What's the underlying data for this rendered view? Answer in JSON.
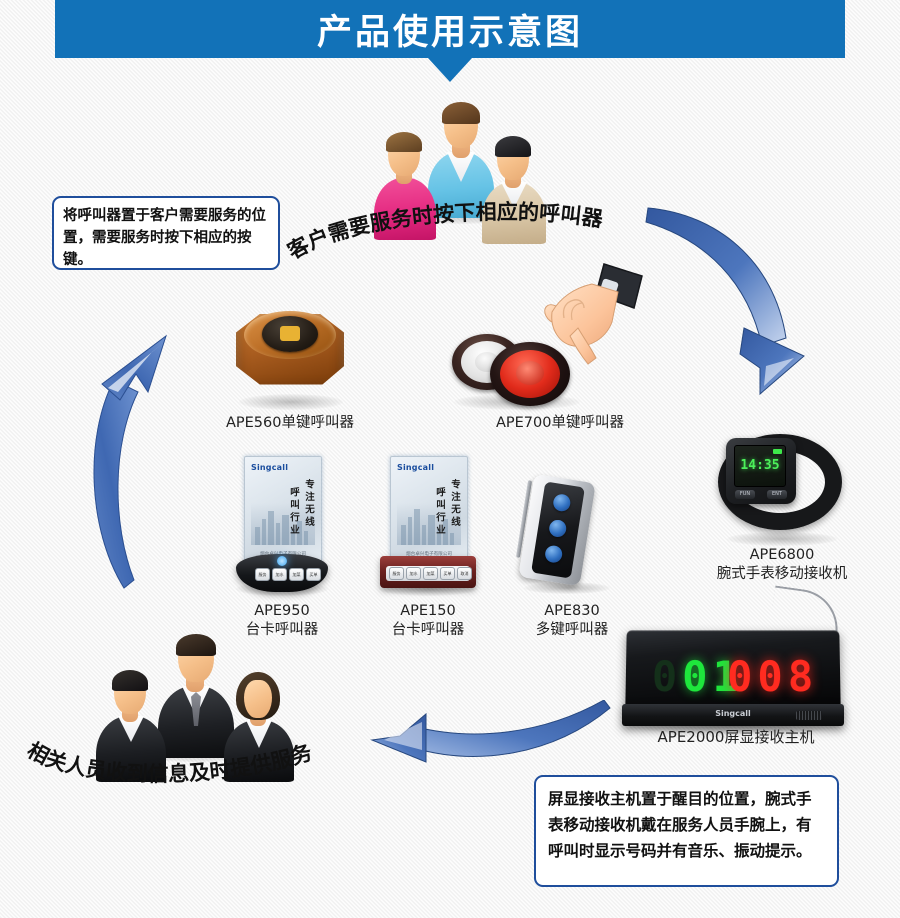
{
  "header": {
    "title": "产品使用示意图",
    "bar_color": "#1272b8",
    "text_color": "#ffffff"
  },
  "callouts": [
    {
      "id": "callout-topleft",
      "text": "将呼叫器置于客户需要服务的位置，需要服务时按下相应的按键。",
      "border_color": "#1f4e9c"
    },
    {
      "id": "callout-bottomright",
      "text": "屏显接收主机置于醒目的位置，腕式手表移动接收机戴在服务人员手腕上，有呼叫时显示号码并有音乐、振动提示。",
      "border_color": "#1f4e9c"
    }
  ],
  "arc_texts": {
    "customers": "客户需要服务时按下相应的呼叫器",
    "staff": "相关人员收到信息及时提供服务"
  },
  "products": {
    "ape560": {
      "label": "APE560单键呼叫器"
    },
    "ape700": {
      "label": "APE700单键呼叫器"
    },
    "ape950": {
      "label": "APE950\n台卡呼叫器",
      "card_brand": "Singcall",
      "card_vertical_text_1": "专注无线",
      "card_vertical_text_2": "呼叫行业",
      "card_footer": "烟台卓兴电子有限公司"
    },
    "ape150": {
      "label": "APE150\n台卡呼叫器",
      "card_brand": "Singcall",
      "card_vertical_text_1": "专注无线",
      "card_vertical_text_2": "呼叫行业",
      "card_footer": "烟台卓兴电子有限公司"
    },
    "ape830": {
      "label": "APE830\n多键呼叫器"
    },
    "ape6800": {
      "label": "APE6800\n腕式手表移动接收机",
      "watch_time": "14:35",
      "btn_left": "FUN",
      "btn_right": "ENT"
    },
    "ape2000": {
      "label": "APE2000屏显接收主机",
      "display_green": "01",
      "display_green_dim": "0",
      "display_red": "008",
      "brand": "Singcall"
    }
  },
  "card_buttons": [
    "服务",
    "加水",
    "加菜",
    "买单",
    "取消"
  ],
  "colors": {
    "accent_blue": "#1272b8",
    "arrow_blue": "#3f6fba",
    "callout_border": "#1f4e9c",
    "display_green": "#1ee63c",
    "display_red": "#ff2b20",
    "background": "#f1f1f1"
  }
}
